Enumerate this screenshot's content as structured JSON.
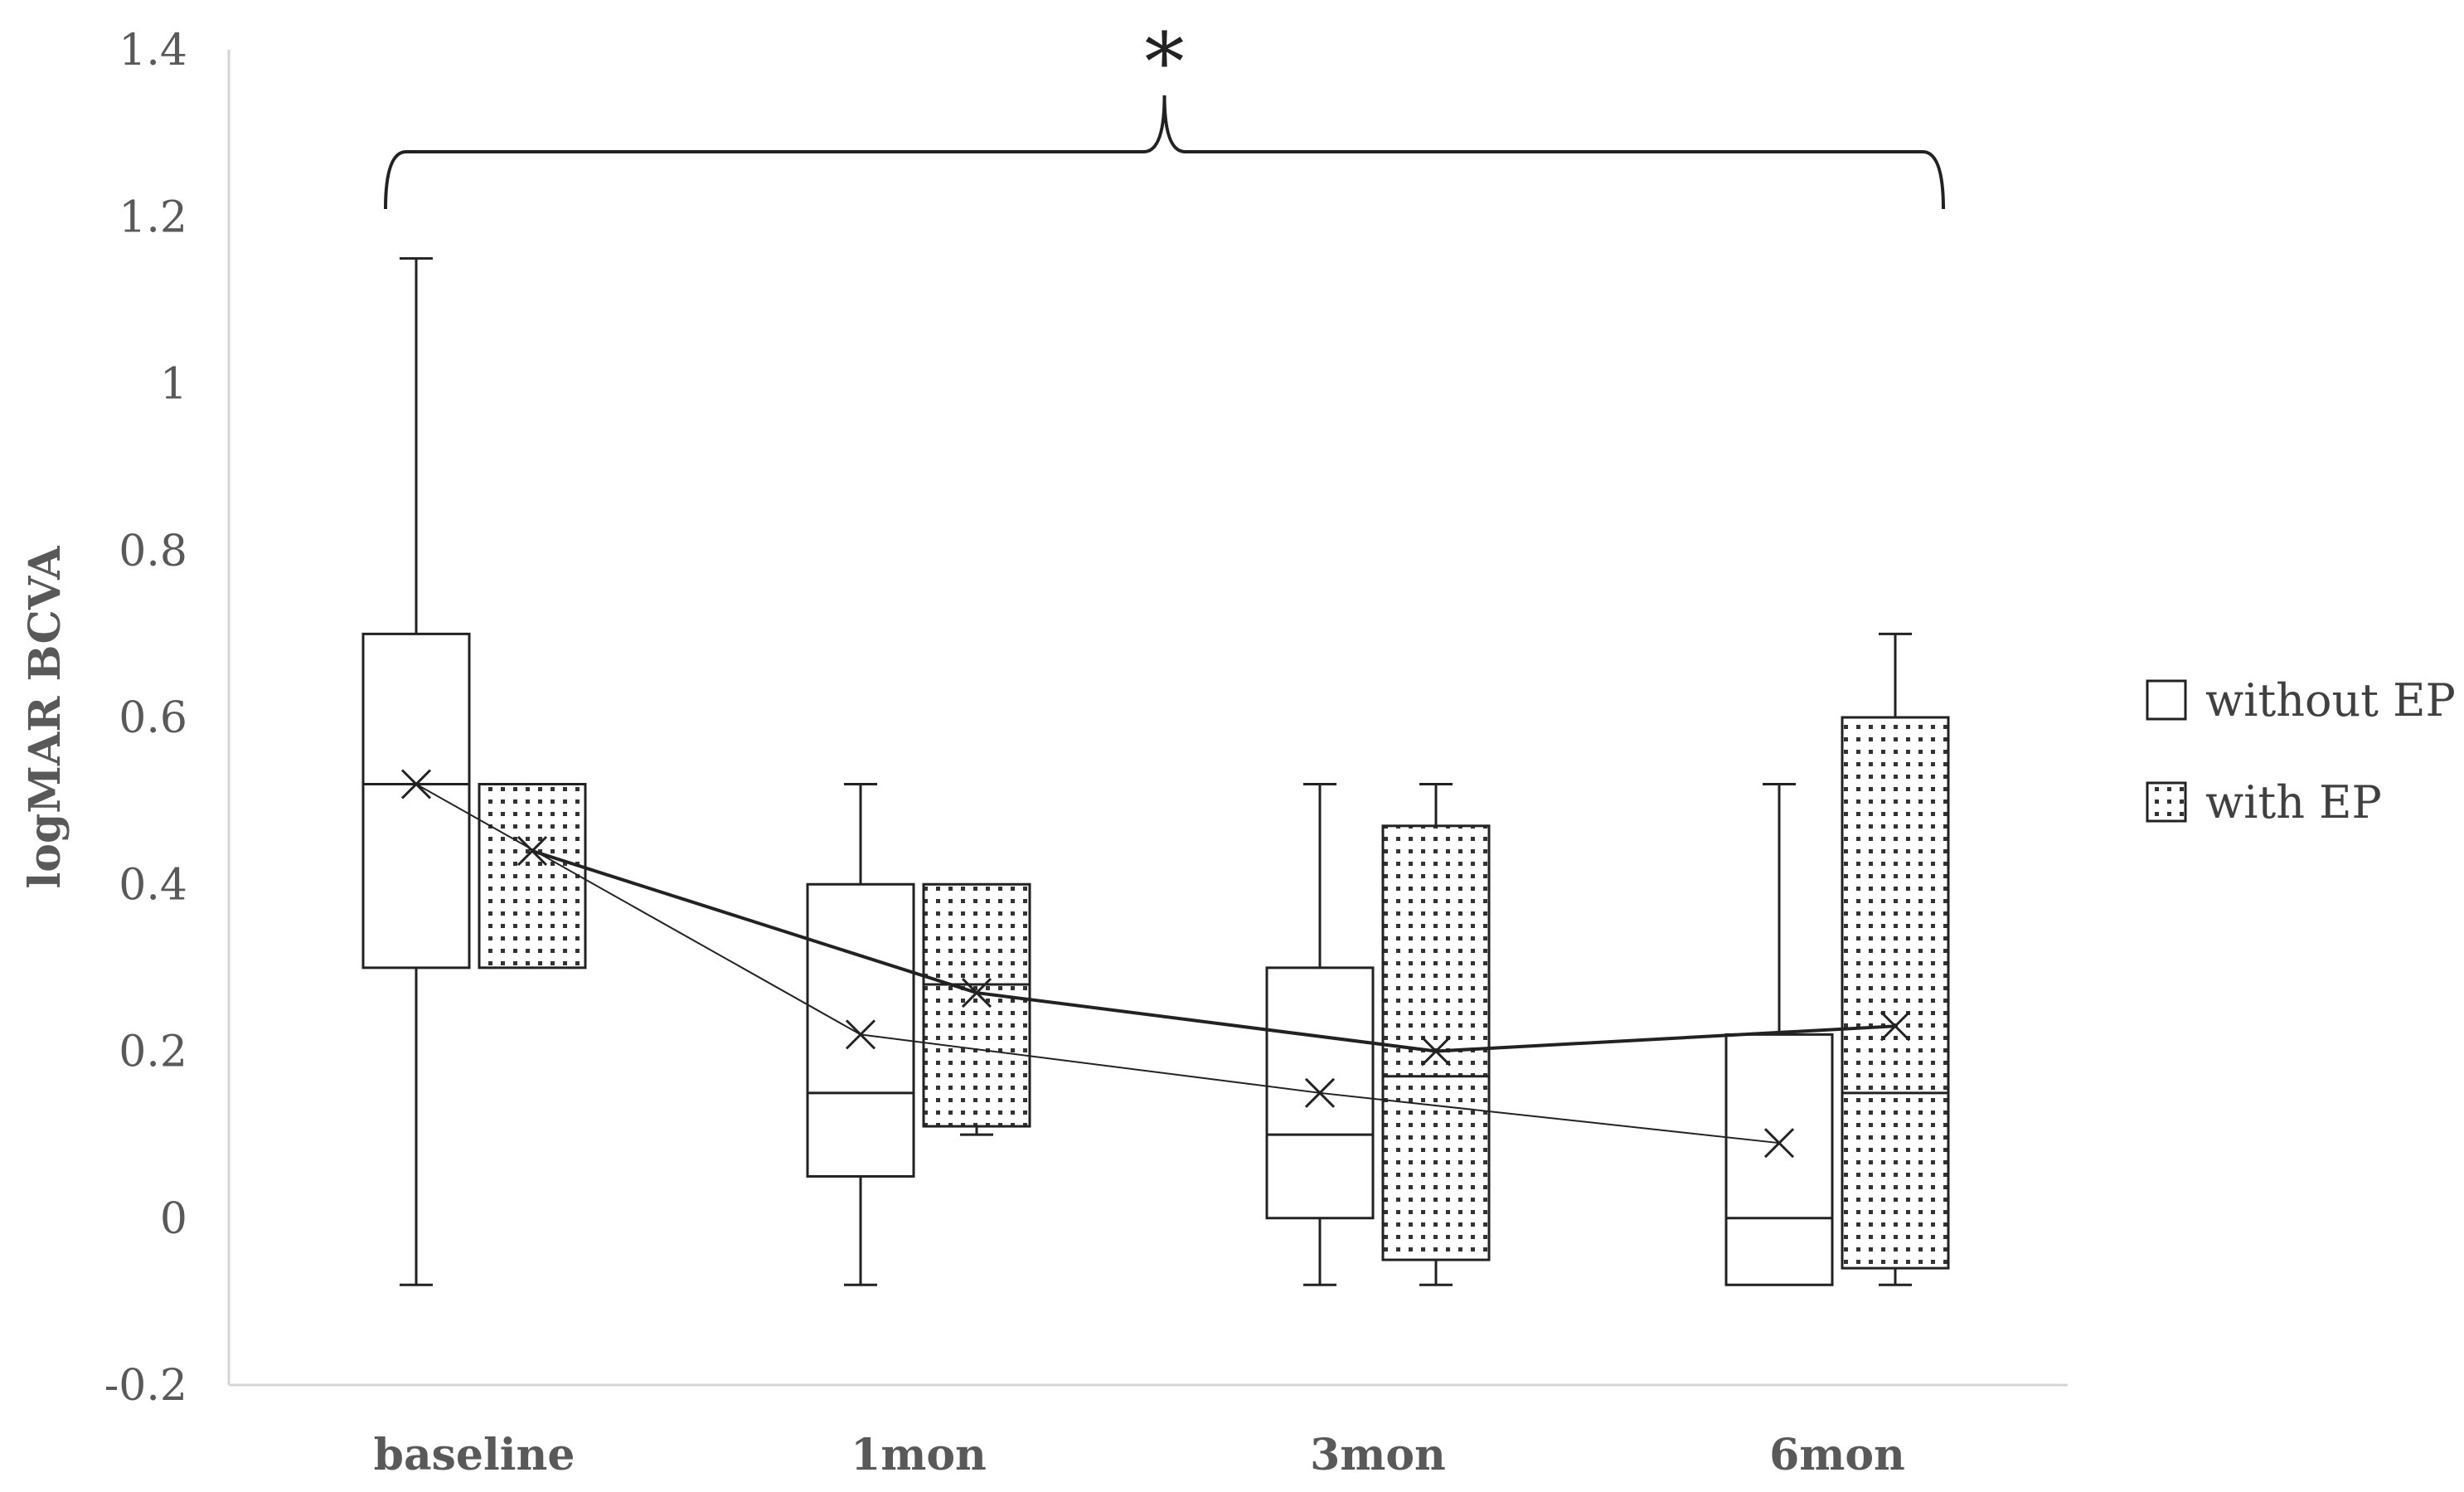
{
  "chart_data": {
    "type": "box",
    "ylabel": "logMAR BCVA",
    "ylim": [
      -0.2,
      1.4
    ],
    "yticks": [
      -0.2,
      0,
      0.2,
      0.4,
      0.6,
      0.8,
      1,
      1.2,
      1.4
    ],
    "ytick_labels": [
      "-0.2",
      "0",
      "0.2",
      "0.4",
      "0.6",
      "0.8",
      "1",
      "1.2",
      "1.4"
    ],
    "categories": [
      "baseline",
      "1mon",
      "3mon",
      "6mon"
    ],
    "grid": false,
    "legend_position": "right",
    "significance": {
      "label": "*",
      "from": "baseline",
      "to": "6mon"
    },
    "series": [
      {
        "name": "without EP",
        "pattern": "none",
        "mean_line": "thin",
        "boxes": [
          {
            "min": -0.08,
            "q1": 0.3,
            "median": 0.52,
            "q3": 0.7,
            "max": 1.15,
            "mean": 0.52
          },
          {
            "min": -0.08,
            "q1": 0.05,
            "median": 0.15,
            "q3": 0.4,
            "max": 0.52,
            "mean": 0.22
          },
          {
            "min": -0.08,
            "q1": 0.0,
            "median": 0.1,
            "q3": 0.3,
            "max": 0.52,
            "mean": 0.15
          },
          {
            "min": -0.08,
            "q1": -0.08,
            "median": 0.0,
            "q3": 0.22,
            "max": 0.52,
            "mean": 0.09
          }
        ]
      },
      {
        "name": "with EP",
        "pattern": "dots",
        "mean_line": "thick",
        "boxes": [
          {
            "min": 0.3,
            "q1": 0.3,
            "median": 0.52,
            "q3": 0.52,
            "max": 0.52,
            "mean": 0.44
          },
          {
            "min": 0.1,
            "q1": 0.11,
            "median": 0.28,
            "q3": 0.4,
            "max": 0.4,
            "mean": 0.27
          },
          {
            "min": -0.08,
            "q1": -0.05,
            "median": 0.17,
            "q3": 0.47,
            "max": 0.52,
            "mean": 0.2
          },
          {
            "min": -0.08,
            "q1": -0.06,
            "median": 0.15,
            "q3": 0.6,
            "max": 0.7,
            "mean": 0.23
          }
        ]
      }
    ]
  }
}
